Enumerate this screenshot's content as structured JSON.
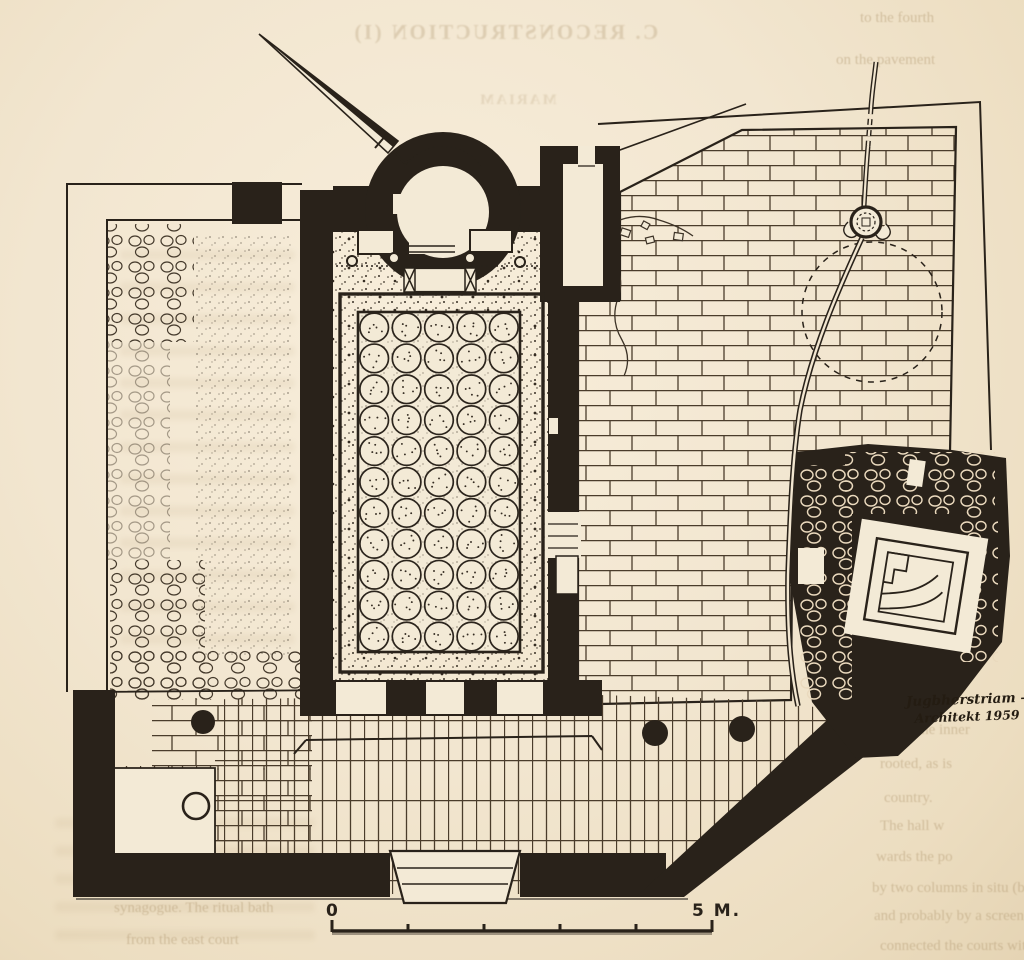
{
  "figure": {
    "scale_bar": {
      "left_label": "0",
      "right_label": "5 M.",
      "divisions": 5
    },
    "signature": {
      "line1": "Jugbherstriam ———··",
      "line2": "Architekt 1959"
    },
    "column_grid": {
      "rows": 11,
      "cols": 5
    },
    "colors": {
      "ink": "#29221a",
      "paper": "#f0e4cd",
      "paper_light": "#f3ead6",
      "ghost": "#a98f66"
    }
  },
  "ghost_text": {
    "heading_mirrored": "C. RECONSTRUCTION (I)",
    "subheading_mirrored": "MARIAM",
    "top_right_lines": [
      "to the fourth",
      "on the pavement"
    ],
    "right_column_lines": [
      "Both the inner",
      "rooted, as is",
      "country.",
      "The hall w",
      "wards the po",
      "by two columns in situ (betwee",
      "and probably by a screen as well.",
      "connected the courts with"
    ],
    "bottom_left_lines": [
      "the poo",
      "synagogue. The ritual bath",
      "from the east court"
    ]
  }
}
